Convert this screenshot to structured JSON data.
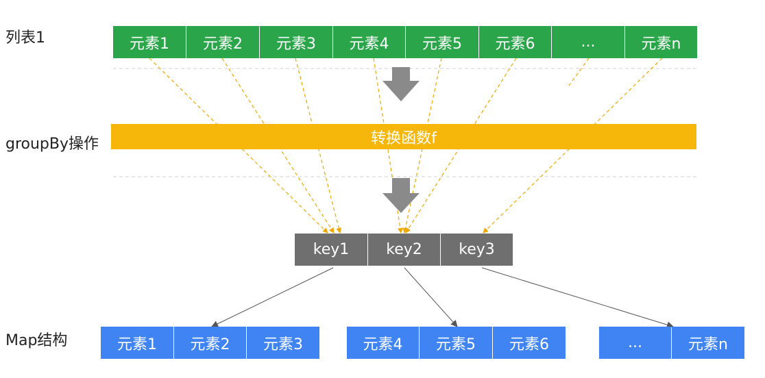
{
  "labels": {
    "list": "列表1",
    "operation": "groupBy操作",
    "map": "Map结构"
  },
  "list_items": [
    "元素1",
    "元素2",
    "元素3",
    "元素4",
    "元素5",
    "元素6",
    "...",
    "元素n"
  ],
  "function_label": "转换函数f",
  "keys": [
    "key1",
    "key2",
    "key3"
  ],
  "groups": [
    [
      "元素1",
      "元素2",
      "元素3"
    ],
    [
      "元素4",
      "元素5",
      "元素6"
    ],
    [
      "...",
      "元素n"
    ]
  ],
  "colors": {
    "list": "#2aa54a",
    "function": "#f7b70a",
    "keys": "#6f6f6f",
    "map": "#3f84f2",
    "dashed_arrows": "#f0a800",
    "solid_arrows": "#555555",
    "down_arrows": "#8a8a8a"
  }
}
